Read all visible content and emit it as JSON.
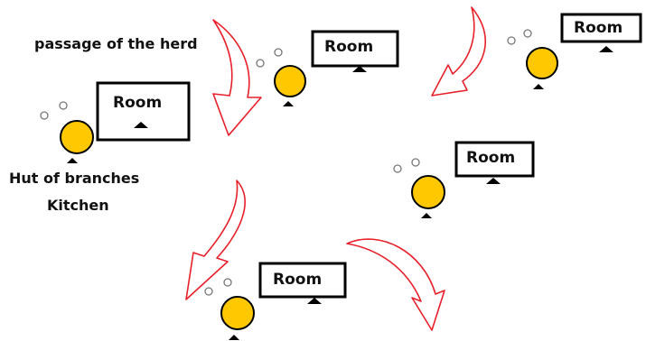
{
  "labels": {
    "passage": "passage of the herd",
    "hut": "Hut of branches",
    "kitchen": "Kitchen"
  },
  "room_label": "Room",
  "colors": {
    "hut_fill": "#FFC800",
    "hut_stroke": "#000000",
    "arrow": "#E8202A",
    "room_stroke": "#000000",
    "text": "#111111"
  },
  "icons": {
    "hut": "yellow-circle",
    "smoke": "small-gray-circles",
    "door": "black-triangle",
    "flow": "curved-red-arrow"
  }
}
